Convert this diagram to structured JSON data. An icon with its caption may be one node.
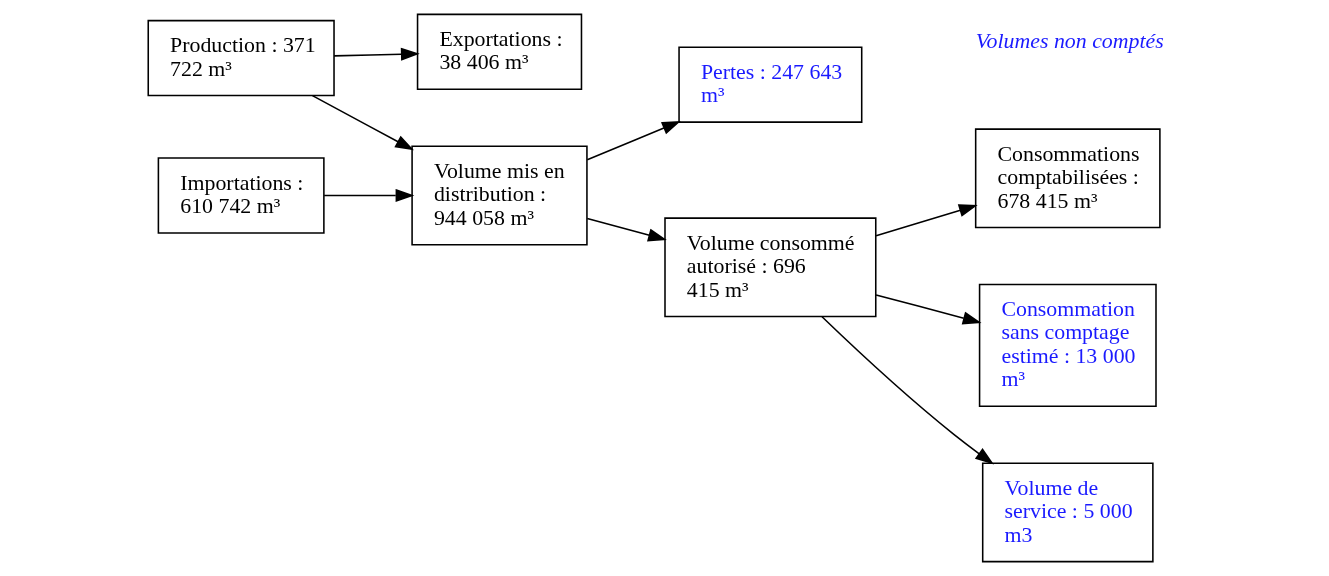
{
  "diagram": {
    "nodes": [
      {
        "text": [
          "Production : 371 722 m³"
        ]
      },
      {
        "text": [
          "Importations : 610 742 m³"
        ]
      },
      {
        "text": [
          "Exportations : 38 406 m³"
        ]
      },
      {
        "text": [
          "Volume mis en distribution : 944 058 m³"
        ]
      },
      {
        "text": [
          "Pertes : 247 643 m³"
        ]
      },
      {
        "text": [
          "Volume consommé autorisé : 696 415 m³"
        ]
      },
      {
        "text": [
          "Consommations comptabilisées : 678 415 m³"
        ]
      },
      {
        "text": [
          "Consommation sans comptage estimé : 13 000 m³"
        ]
      },
      {
        "text": [
          "Volume de service : 5 000 m3"
        ]
      }
    ],
    "edges": [
      {
        "from": 0,
        "to": 3,
        "arrow": "to"
      },
      {
        "from": 1,
        "to": 3,
        "arrow": "to"
      },
      {
        "from": 0,
        "to": 2,
        "arrow": "to"
      },
      {
        "from": 3,
        "to": 5,
        "arrow": "to"
      },
      {
        "from": 3,
        "to": 4,
        "arrow": "to"
      },
      {
        "from": 5,
        "to": 6,
        "arrow": "to"
      },
      {
        "from": 5,
        "to": 7,
        "arrow": "to"
      },
      {
        "from": 5,
        "to": 8,
        "arrow": "to"
      }
    ],
    "labels": [
      "Volumes non comptés"
    ]
  }
}
